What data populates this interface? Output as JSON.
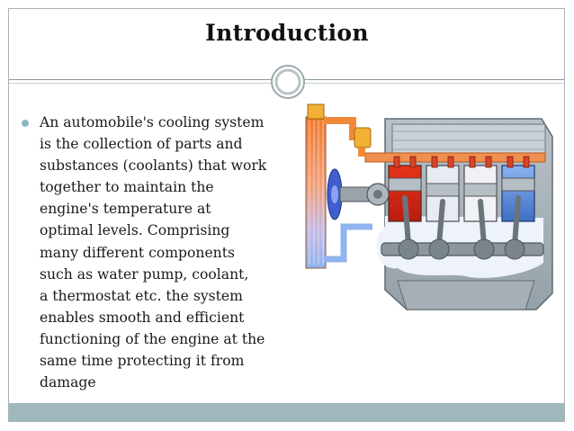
{
  "slide": {
    "title": "Introduction",
    "bullet_lines": [
      "An automobile's cooling system",
      "is the collection of parts and",
      "substances (coolants) that work",
      "together to maintain the",
      "engine's temperature at",
      "optimal levels. Comprising",
      "many different components",
      "such as water pump, coolant,",
      "a thermostat etc. the system",
      "enables smooth and efficient",
      "functioning of the engine at the",
      "same time protecting it from",
      "damage"
    ]
  },
  "colors": {
    "accent": "#9fb8bd",
    "bullet": "#8fb6c2",
    "hot": "#e0461e",
    "cool": "#6f9de0",
    "coolant": "#eef2fb"
  },
  "icons": {
    "divider_badge": "ring-badge-icon",
    "illustration": "engine-cooling-diagram-icon"
  }
}
